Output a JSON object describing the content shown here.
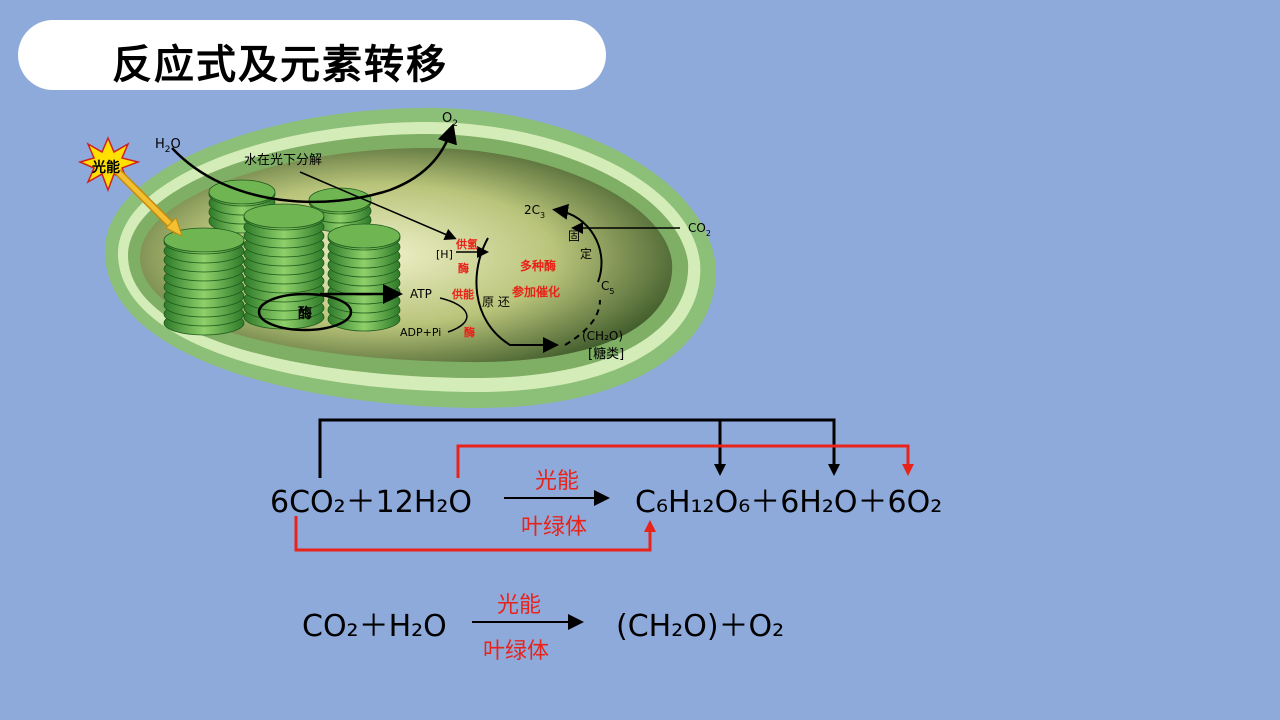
{
  "title": "反应式及元素转移",
  "diagram": {
    "light_label": "光能",
    "h2o_top": {
      "main": "H",
      "sub": "2",
      "tail": "O"
    },
    "o2_top": {
      "main": "O",
      "sub": "2"
    },
    "water_split": "水在光下分解",
    "h_label": "[H]",
    "hydrogen_supply": "供氢",
    "enzyme1": "酶",
    "atp": "ATP",
    "energy_supply": "供能",
    "enzyme2": "酶",
    "adp_pi": "ADP+Pi",
    "enzyme3": "酶",
    "reduction": "原 还",
    "c3": {
      "main": "2C",
      "sub": "3"
    },
    "fixation": "固 定",
    "co2_right": {
      "main": "CO",
      "sub": "2"
    },
    "c5": {
      "main": "C",
      "sub": "5"
    },
    "enzymes_many_1": "多种酶",
    "enzymes_many_2": "参加催化",
    "ch2o": "(CH₂O)",
    "sugar": "[糖类]"
  },
  "equation1": {
    "left": "6CO₂＋12H₂O",
    "arrow_top": "光能",
    "arrow_bottom": "叶绿体",
    "right": "C₆H₁₂O₆＋6H₂O＋6O₂"
  },
  "equation2": {
    "left": "CO₂＋H₂O",
    "arrow_top": "光能",
    "arrow_bottom": "叶绿体",
    "right": "(CH₂O)＋O₂"
  },
  "colors": {
    "background": "#8eaadb",
    "red": "#e8231a",
    "black": "#000000"
  }
}
